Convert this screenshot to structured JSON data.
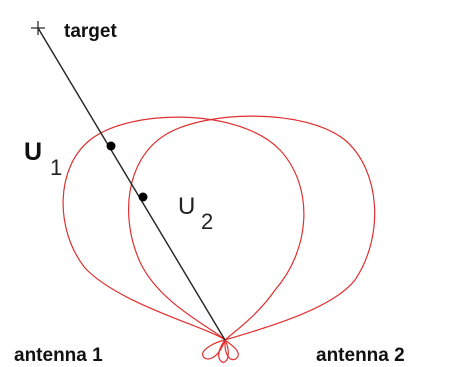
{
  "labels": {
    "target": "target",
    "u1_main": "U",
    "u1_sub": "1",
    "u2_main": "U",
    "u2_sub": "2",
    "antenna1": "antenna 1",
    "antenna2": "antenna 2"
  },
  "colors": {
    "pattern": "#e03030",
    "line": "#222222",
    "point": "#000000",
    "background": "#ffffff"
  }
}
